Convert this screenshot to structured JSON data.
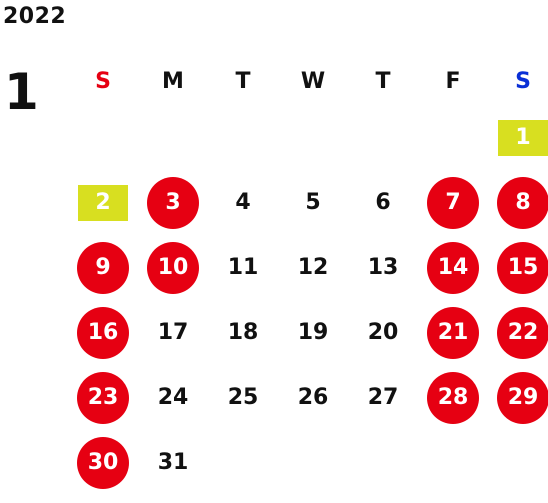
{
  "year": "2022",
  "month": "1",
  "colors": {
    "holiday_red": "#e60012",
    "special_yellow_green": "#d8df20",
    "saturday_blue": "#0a2fd6",
    "sunday_red": "#e60012",
    "text": "#111111"
  },
  "weekdays": [
    "S",
    "M",
    "T",
    "W",
    "T",
    "F",
    "S"
  ],
  "weeks": [
    [
      null,
      null,
      null,
      null,
      null,
      null,
      {
        "label": "1",
        "type": "special"
      }
    ],
    [
      {
        "label": "2",
        "type": "special"
      },
      {
        "label": "3",
        "type": "off"
      },
      {
        "label": "4",
        "type": "normal"
      },
      {
        "label": "5",
        "type": "normal"
      },
      {
        "label": "6",
        "type": "normal"
      },
      {
        "label": "7",
        "type": "off"
      },
      {
        "label": "8",
        "type": "off"
      }
    ],
    [
      {
        "label": "9",
        "type": "off"
      },
      {
        "label": "10",
        "type": "off"
      },
      {
        "label": "11",
        "type": "normal"
      },
      {
        "label": "12",
        "type": "normal"
      },
      {
        "label": "13",
        "type": "normal"
      },
      {
        "label": "14",
        "type": "off"
      },
      {
        "label": "15",
        "type": "off"
      }
    ],
    [
      {
        "label": "16",
        "type": "off"
      },
      {
        "label": "17",
        "type": "normal"
      },
      {
        "label": "18",
        "type": "normal"
      },
      {
        "label": "19",
        "type": "normal"
      },
      {
        "label": "20",
        "type": "normal"
      },
      {
        "label": "21",
        "type": "off"
      },
      {
        "label": "22",
        "type": "off"
      }
    ],
    [
      {
        "label": "23",
        "type": "off"
      },
      {
        "label": "24",
        "type": "normal"
      },
      {
        "label": "25",
        "type": "normal"
      },
      {
        "label": "26",
        "type": "normal"
      },
      {
        "label": "27",
        "type": "normal"
      },
      {
        "label": "28",
        "type": "off"
      },
      {
        "label": "29",
        "type": "off"
      }
    ],
    [
      {
        "label": "30",
        "type": "off"
      },
      {
        "label": "31",
        "type": "normal"
      },
      null,
      null,
      null,
      null,
      null
    ]
  ]
}
